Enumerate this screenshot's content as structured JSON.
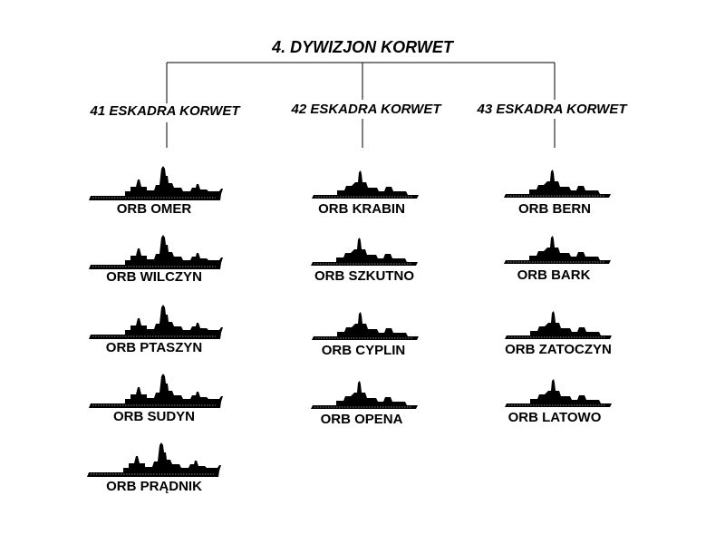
{
  "title": "4. DYWIZJON KORWET",
  "colors": {
    "ink": "#000000",
    "background": "#ffffff"
  },
  "icon": "warship-silhouette-icon",
  "squadrons": [
    {
      "name": "41 ESKADRA KORWET",
      "ships": [
        "ORB OMER",
        "ORB WILCZYN",
        "ORB PTASZYN",
        "ORB SUDYN",
        "ORB PRĄDNIK"
      ]
    },
    {
      "name": "42 ESKADRA KORWET",
      "ships": [
        "ORB KRABIN",
        "ORB SZKUTNO",
        "ORB CYPLIN",
        "ORB OPENA"
      ]
    },
    {
      "name": "43 ESKADRA KORWET",
      "ships": [
        "ORB BERN",
        "ORB BARK",
        "ORB ZATOCZYN",
        "ORB LATOWO"
      ]
    }
  ]
}
